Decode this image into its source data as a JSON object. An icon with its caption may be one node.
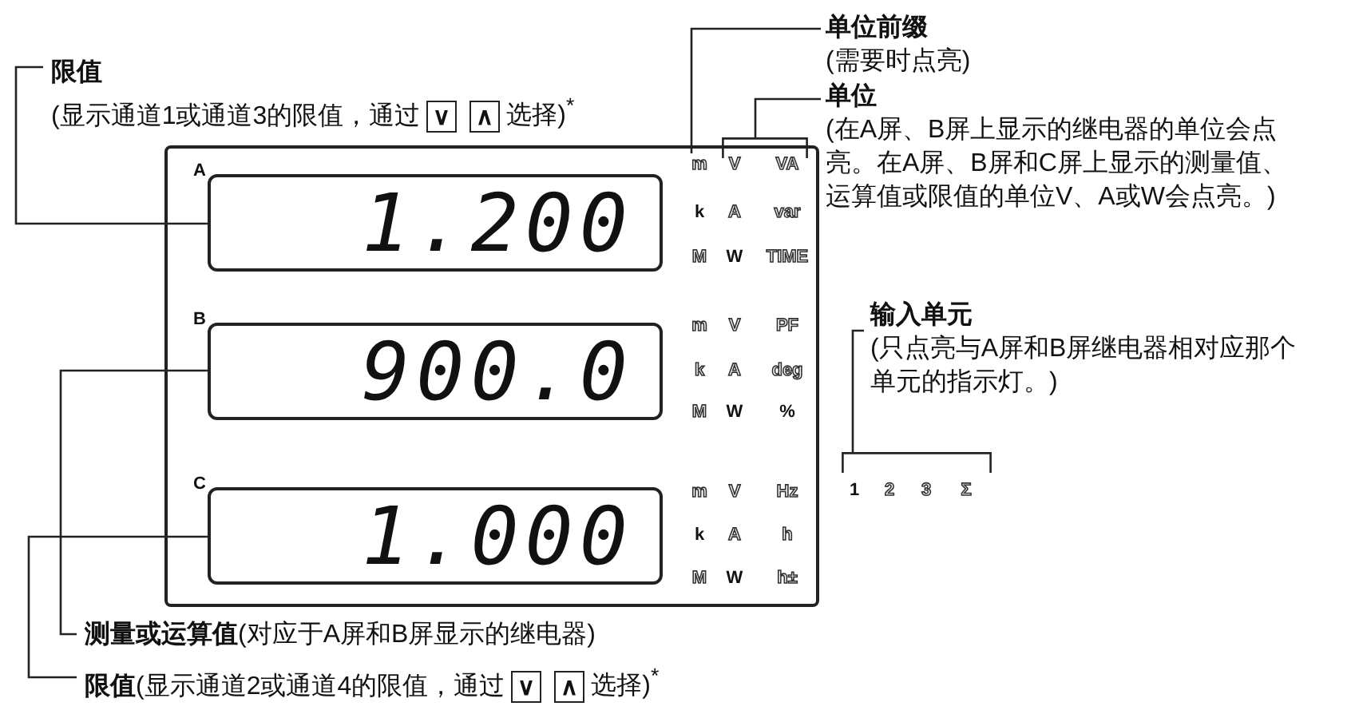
{
  "diagram": {
    "nodes": [
      {
        "text": [
          "限值",
          "(显示通道1或通道3的限值，通过",
          "∨",
          "∧",
          "选择)$^{*}$"
        ]
      },
      {
        "text": [
          "单位前缀",
          "(需要时点亮)"
        ]
      },
      {
        "text": [
          "单位",
          "(在A屏、B屏上显示的继电器的单位会点亮。在A屏、B屏和C屏上显示的测量值、运算值或限值的单位V、A或W会点亮。)"
        ]
      },
      {
        "text": [
          "m"
        ]
      },
      {
        "text": [
          "1.200"
        ],
        "beside": [
          "A"
        ]
      },
      {
        "text": [
          "900.0"
        ],
        "beside": [
          "B"
        ]
      },
      {
        "text": [
          "输入单元",
          "(只点亮与A屏和B屏继电器相对应那个单元的指示灯。)"
        ]
      },
      {
        "text": [
          "1.000"
        ],
        "beside": [
          "C"
        ]
      },
      {
        "text": [
          "**测量或运算值**(对应于A屏和B屏显示的继电器)"
        ]
      },
      {
        "text": [
          "**限值**(显示通道2或通道4的限值，通过",
          "∨",
          "∧",
          "选择)$^{*}$"
        ]
      },
      {
        "text": [],
        "shape": "bracket"
      },
      {
        "text": [],
        "shape": "bracket"
      }
    ],
    "edges": [
      {
        "from": 0,
        "to": 4,
        "arrow": "none"
      },
      {
        "from": 1,
        "to": 3,
        "arrow": "none"
      },
      {
        "from": 2,
        "to": 10,
        "arrow": "none"
      },
      {
        "from": 6,
        "to": 11,
        "arrow": "none"
      },
      {
        "from": 8,
        "to": 5,
        "arrow": "none"
      },
      {
        "from": 9,
        "to": 7,
        "arrow": "none"
      }
    ],
    "labels": [
      "V",
      "VA",
      "k",
      "A",
      "var",
      "M",
      "W",
      "TIME",
      "m",
      "V",
      "PF",
      "k",
      "A",
      "deg",
      "M",
      "W",
      "%",
      "m",
      "V",
      "Hz",
      "1",
      "2",
      "3",
      "Σ",
      "k",
      "A",
      "h",
      "M",
      "W",
      "h±"
    ]
  }
}
